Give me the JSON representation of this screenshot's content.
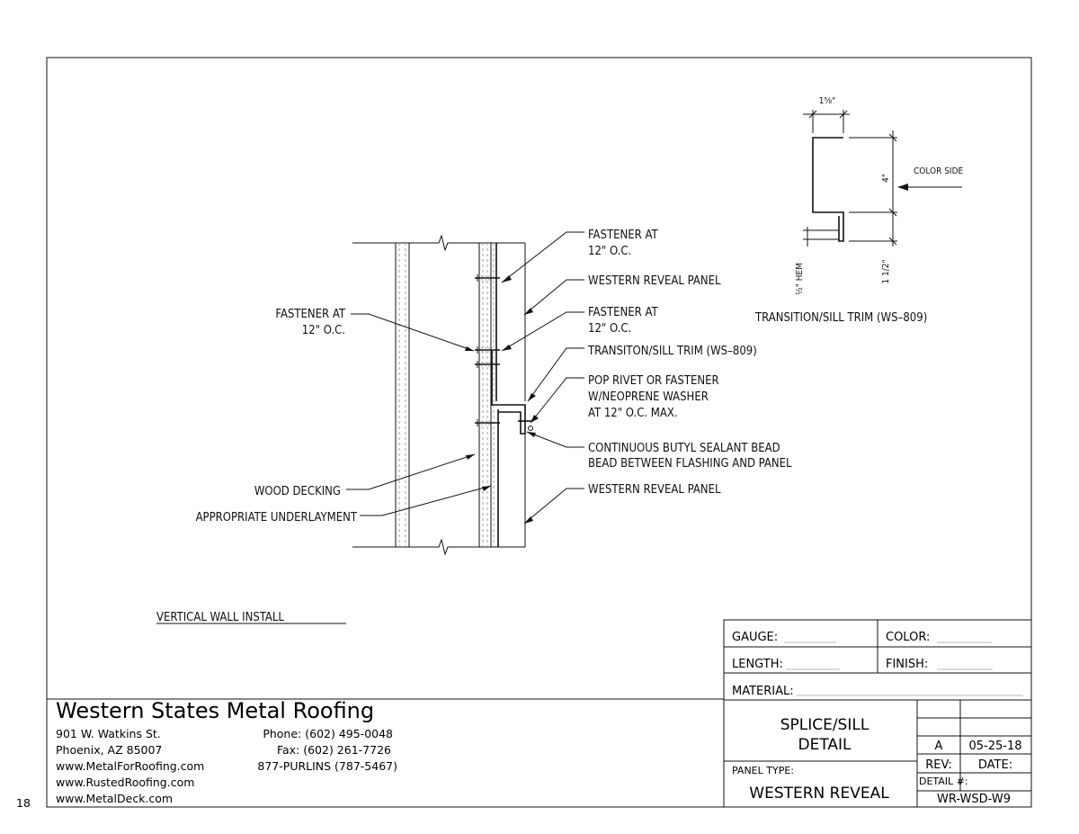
{
  "page_number": "18",
  "drawing": {
    "caption": "VERTICAL WALL INSTALL",
    "labels_right": [
      [
        "FASTENER AT",
        "12\" O.C."
      ],
      [
        "WESTERN REVEAL PANEL"
      ],
      [
        "FASTENER AT",
        "12\" O.C."
      ],
      [
        "TRANSITON/SILL TRIM (WS–809)"
      ],
      [
        "POP RIVET OR FASTENER",
        "W/NEOPRENE WASHER",
        "AT 12\" O.C. MAX."
      ],
      [
        "CONTINUOUS BUTYL SEALANT BEAD",
        "BEAD BETWEEN FLASHING AND PANEL"
      ],
      [
        "WESTERN REVEAL PANEL"
      ]
    ],
    "labels_left": [
      [
        "FASTENER AT",
        "12\" O.C."
      ],
      [
        "WOOD DECKING"
      ],
      [
        "APPROPRIATE UNDERLAYMENT"
      ]
    ]
  },
  "trim_detail": {
    "caption": "TRANSITION/SILL TRIM (WS–809)",
    "color_side": "COLOR SIDE",
    "dim_top": "1⅝\"",
    "dim_height": "4\"",
    "dim_hem": "½\" HEM",
    "dim_bottom": "1 1/2\""
  },
  "company": {
    "name": "Western States Metal Roofing",
    "address1": "901 W. Watkins St.",
    "address2": "Phoenix, AZ 85007",
    "web1": "www.MetalForRoofing.com",
    "web2": "www.RustedRoofing.com",
    "web3": "www.MetalDeck.com",
    "phone": "Phone: (602) 495-0048",
    "fax": "Fax: (602) 261-7726",
    "tollfree": "877-PURLINS (787-5467)"
  },
  "title_block": {
    "gauge_label": "GAUGE:",
    "color_label": "COLOR:",
    "length_label": "LENGTH:",
    "finish_label": "FINISH:",
    "material_label": "MATERIAL:",
    "title_line1": "SPLICE/SILL",
    "title_line2": "DETAIL",
    "panel_type_label": "PANEL TYPE:",
    "panel_type": "WESTERN REVEAL",
    "rev_value": "A",
    "date_value": "05-25-18",
    "rev_label": "REV:",
    "date_label": "DATE:",
    "detail_label": "DETAIL #:",
    "detail_number": "WR-WSD-W9"
  }
}
